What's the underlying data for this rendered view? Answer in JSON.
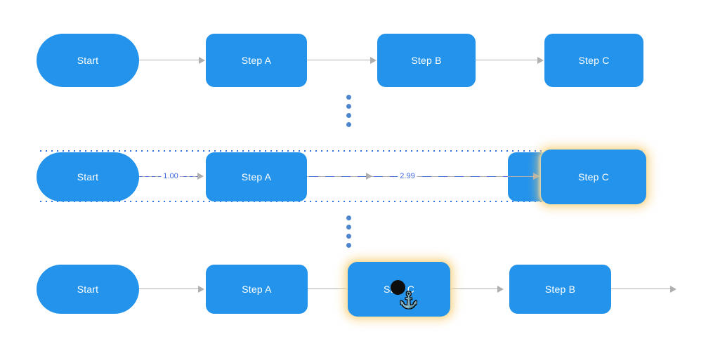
{
  "flow": {
    "row1": {
      "start": "Start",
      "step_a": "Step A",
      "step_b": "Step B",
      "step_c": "Step C"
    },
    "row2": {
      "start": "Start",
      "step_a": "Step A",
      "step_c": "Step C",
      "edge_label_start_a": "1.00",
      "edge_label_a_c": "2.99"
    },
    "row3": {
      "start": "Start",
      "step_a": "Step A",
      "step_c": "Step C",
      "step_b": "Step B"
    }
  },
  "icons": {
    "anchor_cursor": "⚓"
  },
  "colors": {
    "node_fill": "#2493EB",
    "node_text": "#FFFFFF",
    "edge_gray": "#AFAFAF",
    "edge_blue": "#4A72D9",
    "edge_label_blue": "#4169E1",
    "selection_dotted_blue": "#2E72E8",
    "highlight_glow": "#F8D180",
    "ellipsis_dot_blue": "#4E86CE"
  }
}
